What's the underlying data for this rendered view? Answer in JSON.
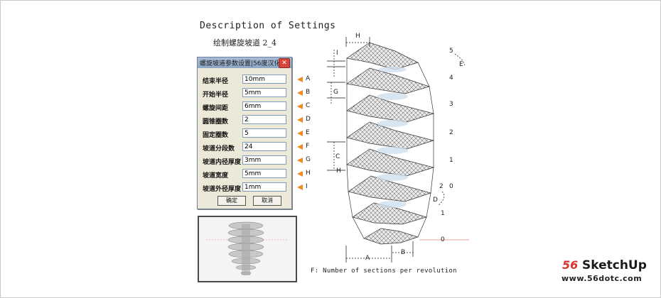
{
  "doc": {
    "title": "Description of Settings",
    "subtitle": "绘制螺旋坡道 2_4"
  },
  "dialog": {
    "title": "螺旋坡道参数设置|56度汉化",
    "close": "✕",
    "rows": [
      {
        "label": "结束半径",
        "value": "10mm",
        "marker": "A"
      },
      {
        "label": "开始半径",
        "value": "5mm",
        "marker": "B"
      },
      {
        "label": "螺旋间距",
        "value": "6mm",
        "marker": "C"
      },
      {
        "label": "圆锥圈数",
        "value": "2",
        "marker": "D"
      },
      {
        "label": "固定圈数",
        "value": "5",
        "marker": "E"
      },
      {
        "label": "坡道分段数",
        "value": "24",
        "marker": "F"
      },
      {
        "label": "坡道内径厚度",
        "value": "3mm",
        "marker": "G"
      },
      {
        "label": "坡道宽度",
        "value": "5mm",
        "marker": "H"
      },
      {
        "label": "坡道外径厚度",
        "value": "1mm",
        "marker": "I"
      }
    ],
    "ok_label": "确定",
    "cancel_label": "取消"
  },
  "diagram": {
    "dim_labels": {
      "H_top": "H",
      "I": "I",
      "G": "G",
      "C": "C",
      "H": "H",
      "A": "A",
      "B": "B",
      "D": "D",
      "E": "E"
    },
    "turn_numbers_upper": [
      "5",
      "4",
      "3",
      "2",
      "1",
      "0"
    ],
    "turn_numbers_lower": [
      "2",
      "1",
      "0"
    ],
    "caption": "F: Number of sections per revolution"
  },
  "brand": {
    "num": "56",
    "name": "SketchUp",
    "url": "www.56dotc.com",
    "accent": "#e0322b"
  },
  "colors": {
    "marker": "#f08a24",
    "dialog_bg": "#ece9d8"
  }
}
